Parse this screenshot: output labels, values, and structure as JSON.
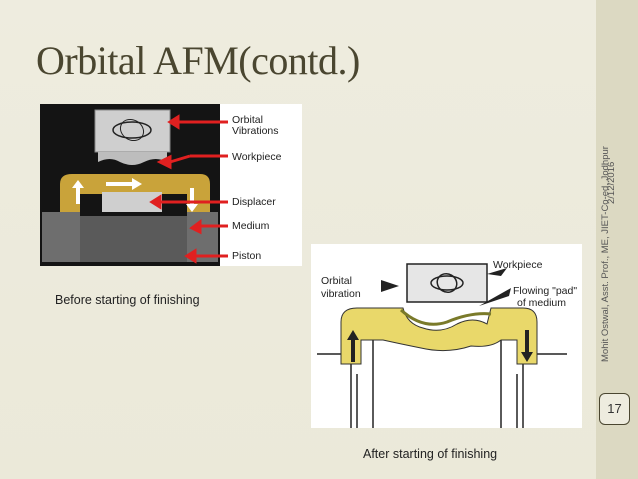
{
  "slide": {
    "title": "Orbital AFM(contd.)",
    "caption_before": "Before starting of finishing",
    "caption_after": "After starting of finishing",
    "date": "2/12/2016",
    "author": "Mohit Ostwal, Asst. Prof., ME, JIET-Co-ed, Jodhpur",
    "page_number": "17"
  },
  "figure_before": {
    "labels": {
      "orbital": "Orbital",
      "vibrations": "Vibrations",
      "workpiece": "Workpiece",
      "displacer": "Displacer",
      "medium": "Medium",
      "piston": "Piston"
    }
  },
  "figure_after": {
    "labels": {
      "orbital": "Orbital",
      "vibration": "vibration",
      "workpiece": "Workpiece",
      "flowing1": "Flowing \"pad\"",
      "flowing2": "of medium"
    }
  },
  "colors": {
    "title": "#4a4630",
    "arrow_red": "#e02020",
    "medium_yellow": "#e9d86a"
  }
}
